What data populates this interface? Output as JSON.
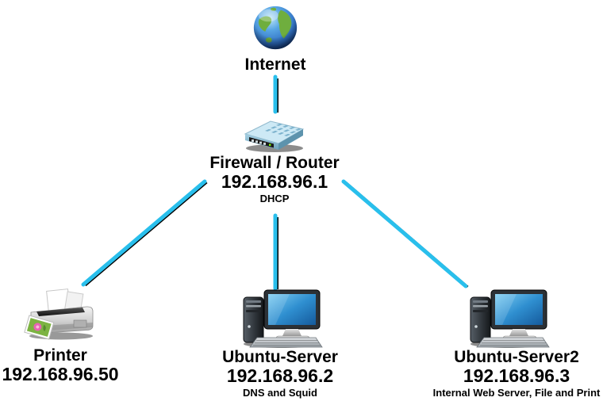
{
  "diagram": {
    "background": "#ffffff",
    "link_color": "#29bfec",
    "link_shadow_color": "#000000",
    "text_color": "#000000",
    "nodes": {
      "internet": {
        "label": "Internet",
        "icon": "globe-icon"
      },
      "router": {
        "label": "Firewall / Router",
        "ip": "192.168.96.1",
        "note": "DHCP",
        "icon": "router-icon"
      },
      "printer": {
        "label": "Printer",
        "ip": "192.168.96.50",
        "icon": "printer-icon"
      },
      "server1": {
        "label": "Ubuntu-Server",
        "ip": "192.168.96.2",
        "note": "DNS and Squid",
        "icon": "desktop-computer-icon"
      },
      "server2": {
        "label": "Ubuntu-Server2",
        "ip": "192.168.96.3",
        "note": "Internal Web Server, File and Print",
        "icon": "desktop-computer-icon"
      }
    },
    "links": [
      {
        "from": "internet",
        "to": "router"
      },
      {
        "from": "router",
        "to": "printer"
      },
      {
        "from": "router",
        "to": "server1"
      },
      {
        "from": "router",
        "to": "server2"
      }
    ]
  }
}
